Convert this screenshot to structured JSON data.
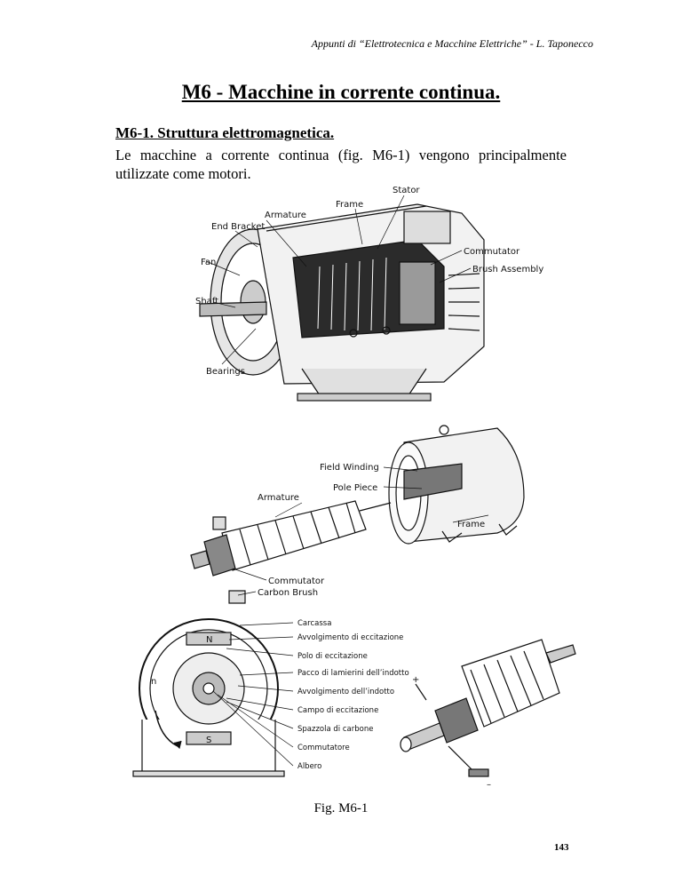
{
  "header": "Appunti di “Elettrotecnica e Macchine Elettriche”  -  L. Taponecco",
  "title": "M6  -  Macchine  in corrente continua.",
  "section": "M6-1.   Struttura elettromagnetica.",
  "paragraph": "Le macchine a corrente continua (fig. M6-1) vengono principalmente utilizzate come motori.",
  "figure1": {
    "labels": {
      "stator": "Stator",
      "frame": "Frame",
      "armature": "Armature",
      "end_bracket": "End Bracket",
      "commutator": "Commutator",
      "brush_assembly": "Brush Assembly",
      "fan": "Fan",
      "shaft": "Shaft",
      "bearings": "Bearings"
    }
  },
  "figure2": {
    "labels": {
      "field_winding": "Field Winding",
      "pole_piece": "Pole Piece",
      "armature": "Armature",
      "frame": "Frame",
      "commutator": "Commutator",
      "carbon_brush": "Carbon Brush"
    }
  },
  "figure3": {
    "labels": {
      "carcassa": "Carcassa",
      "avvolgimento_eccitazione": "Avvolgimento di eccitazione",
      "polo": "Polo di eccitazione",
      "pacco": "Pacco di lamierini dell’indotto",
      "avvolgimento_indotto": "Avvolgimento dell’indotto",
      "campo": "Campo di eccitazione",
      "spazzola": "Spazzola di carbone",
      "commutatore": "Commutatore",
      "albero": "Albero",
      "north": "N",
      "south": "S",
      "speed": "n",
      "plus": "+",
      "minus": "–"
    }
  },
  "caption": "Fig. M6-1",
  "page_number": "143"
}
